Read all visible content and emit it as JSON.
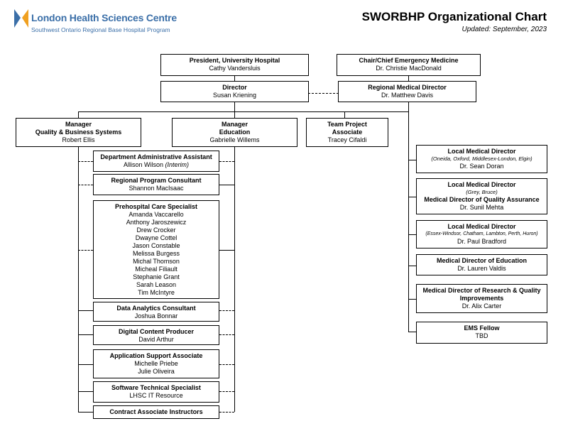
{
  "header": {
    "org_name": "London Health Sciences Centre",
    "org_subtitle": "Southwest Ontario Regional Base Hospital Program",
    "title": "SWORBHP Organizational Chart",
    "updated": "Updated: September, 2023"
  },
  "top": {
    "president": {
      "title": "President, University Hospital",
      "name": "Cathy Vandersluis"
    },
    "chair": {
      "title": "Chair/Chief Emergency Medicine",
      "name": "Dr. Christie MacDonald"
    },
    "director": {
      "title": "Director",
      "name": "Susan Kriening"
    },
    "rmd": {
      "title": "Regional Medical Director",
      "name": "Dr. Matthew Davis"
    }
  },
  "managers": {
    "quality": {
      "title1": "Manager",
      "title2": "Quality & Business Systems",
      "name": "Robert Ellis"
    },
    "education": {
      "title1": "Manager",
      "title2": "Education",
      "name": "Gabrielle Willems"
    },
    "team": {
      "title1": "Team Project",
      "title2": "Associate",
      "name": "Tracey Cifaldi"
    }
  },
  "staff": {
    "admin": {
      "title": "Department Administrative Assistant",
      "name": "Allison Wilson",
      "note": "(Interim)"
    },
    "rpc": {
      "title": "Regional Program Consultant",
      "name": "Shannon MacIsaac"
    },
    "pcs": {
      "title": "Prehospital Care Specialist",
      "names": [
        "Amanda Vaccarello",
        "Anthony Jaroszewicz",
        "Drew Crocker",
        "Dwayne Cottel",
        "Jason Constable",
        "Melissa Burgess",
        "Michal Thomson",
        "Micheal Filiault",
        "Stephanie Grant",
        "Sarah Leason",
        "Tim McIntyre"
      ]
    },
    "dac": {
      "title": "Data Analytics Consultant",
      "name": "Joshua Bonnar"
    },
    "dcp": {
      "title": "Digital Content Producer",
      "name": "David Arthur"
    },
    "asa": {
      "title": "Application Support Associate",
      "names": [
        "Michelle Priebe",
        "Julie Oliveira"
      ]
    },
    "sts": {
      "title": "Software Technical Specialist",
      "name": "LHSC IT Resource"
    },
    "cai": {
      "title": "Contract Associate Instructors"
    }
  },
  "medical": {
    "lmd1": {
      "title": "Local Medical Director",
      "region": "(Oneida, Oxford, Middlesex-London, Elgin)",
      "name": "Dr. Sean Doran"
    },
    "lmd2": {
      "title": "Local Medical Director",
      "region": "(Grey, Bruce)",
      "title2": "Medical Director of Quality Assurance",
      "name": "Dr. Sunil Mehta"
    },
    "lmd3": {
      "title": "Local Medical Director",
      "region": "(Essex-Windsor, Chatham, Lambton, Perth, Huron)",
      "name": "Dr. Paul Bradford"
    },
    "mde": {
      "title": "Medical Director of Education",
      "name": "Dr. Lauren Valdis"
    },
    "mdr": {
      "title": "Medical Director of Research & Quality Improvements",
      "name": "Dr. Alix Carter"
    },
    "ems": {
      "title": "EMS Fellow",
      "name": "TBD"
    }
  }
}
